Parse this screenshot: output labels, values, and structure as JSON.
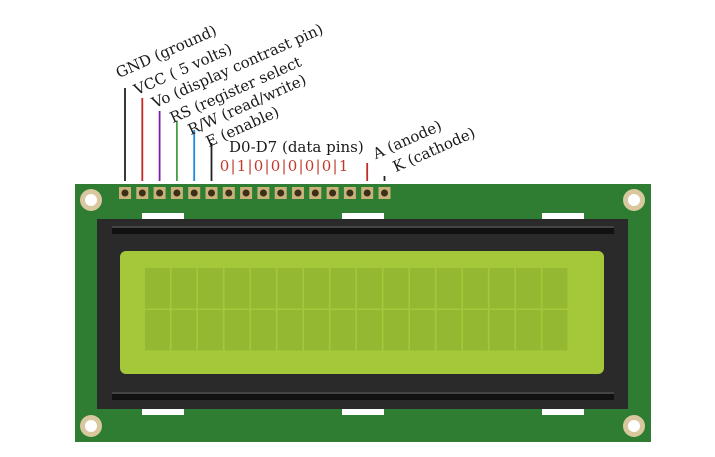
{
  "pin_labels": {
    "gnd": "GND (ground)",
    "vcc": "VCC ( 5 volts)",
    "vo": "Vo (display contrast pin)",
    "rs": "RS (register select",
    "rw": "R/W (read/write)",
    "e": "E (enable)",
    "data": "D0-D7 (data pins)",
    "a": "A (anode)",
    "k": "K (cathode)"
  },
  "data_bits": [
    "0",
    "1",
    "0",
    "0",
    "0",
    "0",
    "0",
    "1"
  ],
  "colors": {
    "board": "#2e7d32",
    "board_dark": "#1b5e20",
    "bezel": "#2a2a2a",
    "screen": "#a5c83a",
    "screen_cell": "#95b832",
    "wire_gnd": "#222222",
    "wire_vcc": "#c62828",
    "wire_vo": "#7b1fa2",
    "wire_rs": "#43a047",
    "wire_rw": "#1e88e5",
    "wire_e": "#222222",
    "wire_a": "#c62828",
    "wire_k": "#222222",
    "bit_text": "#c0392b"
  }
}
